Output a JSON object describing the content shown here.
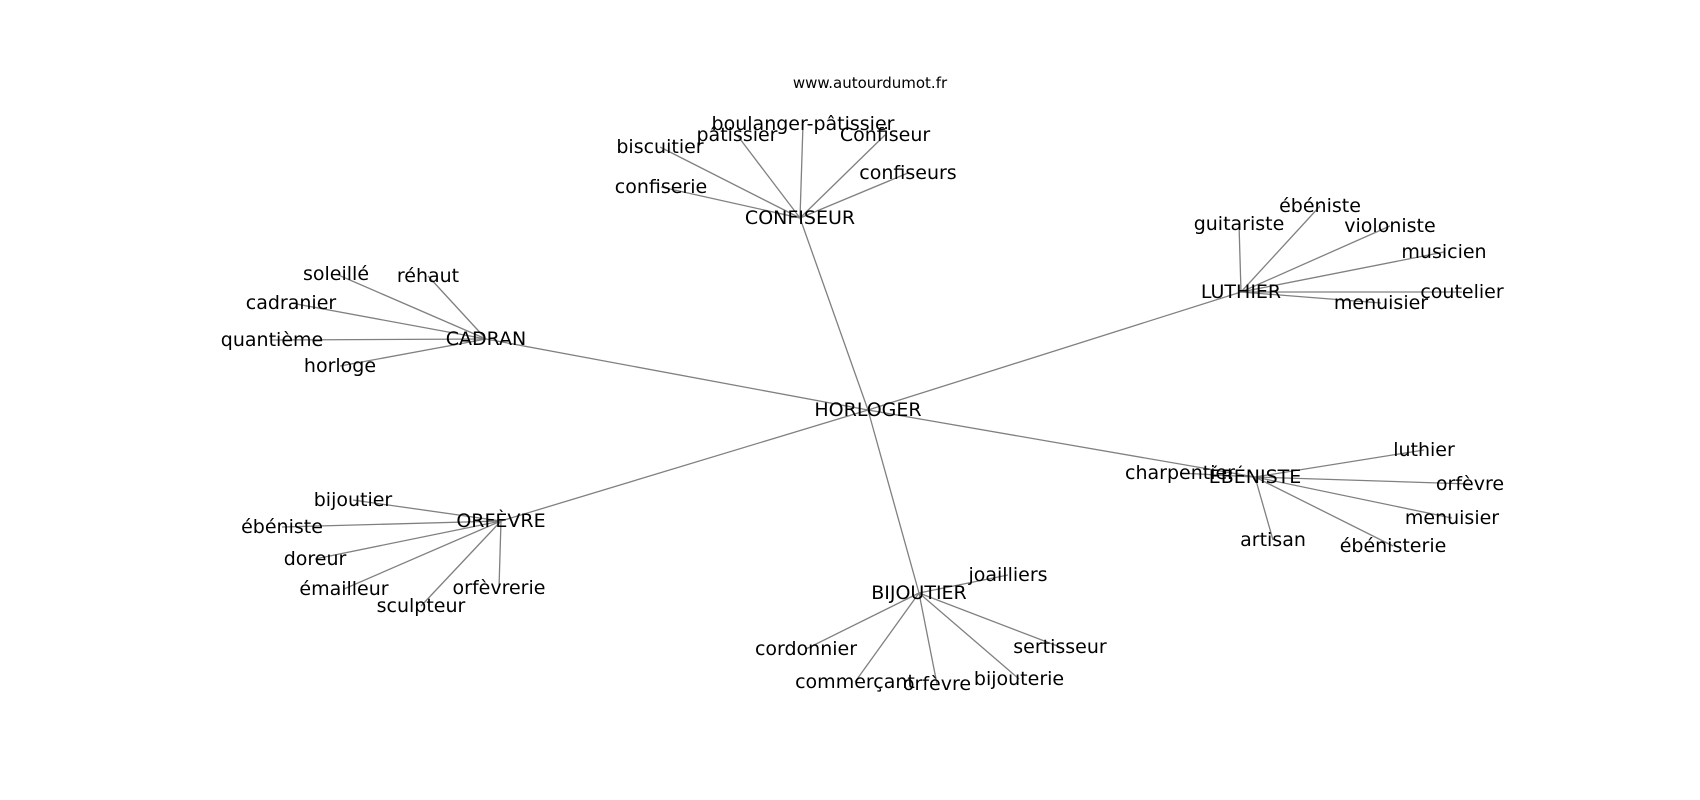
{
  "source": "www.autourdumot.fr",
  "center": "HORLOGER",
  "clusters": [
    {
      "id": "confiseur",
      "label": "CONFISEUR",
      "leaves": [
        {
          "id": "boulanger-patissier",
          "label": "boulanger-pâtissier"
        },
        {
          "id": "patissier",
          "label": "pâtissier"
        },
        {
          "id": "confiseur-cap",
          "label": "Confiseur"
        },
        {
          "id": "biscuitier",
          "label": "biscuitier"
        },
        {
          "id": "confiseurs",
          "label": "confiseurs"
        },
        {
          "id": "confiserie",
          "label": "confiserie"
        }
      ]
    },
    {
      "id": "cadran",
      "label": "CADRAN",
      "leaves": [
        {
          "id": "soleille",
          "label": "soleillé"
        },
        {
          "id": "rehaut",
          "label": "réhaut"
        },
        {
          "id": "cadranier",
          "label": "cadranier"
        },
        {
          "id": "quantieme",
          "label": "quantième"
        },
        {
          "id": "horloge",
          "label": "horloge"
        }
      ]
    },
    {
      "id": "luthier",
      "label": "LUTHIER",
      "leaves": [
        {
          "id": "ebeniste",
          "label": "ébéniste"
        },
        {
          "id": "guitariste",
          "label": "guitariste"
        },
        {
          "id": "violoniste",
          "label": "violoniste"
        },
        {
          "id": "musicien",
          "label": "musicien"
        },
        {
          "id": "coutelier",
          "label": "coutelier"
        },
        {
          "id": "menuisier",
          "label": "menuisier"
        }
      ]
    },
    {
      "id": "ebeniste",
      "label": "ÉBÉNISTE",
      "leaves": [
        {
          "id": "luthier",
          "label": "luthier"
        },
        {
          "id": "charpentier",
          "label": "charpentier"
        },
        {
          "id": "orfevre",
          "label": "orfèvre"
        },
        {
          "id": "menuisier",
          "label": "menuisier"
        },
        {
          "id": "artisan",
          "label": "artisan"
        },
        {
          "id": "ebenisterie",
          "label": "ébénisterie"
        }
      ]
    },
    {
      "id": "orfevre",
      "label": "ORFÈVRE",
      "leaves": [
        {
          "id": "bijoutier",
          "label": "bijoutier"
        },
        {
          "id": "ebeniste",
          "label": "ébéniste"
        },
        {
          "id": "doreur",
          "label": "doreur"
        },
        {
          "id": "emailleur",
          "label": "émailleur"
        },
        {
          "id": "orfevrerie",
          "label": "orfèvrerie"
        },
        {
          "id": "sculpteur",
          "label": "sculpteur"
        }
      ]
    },
    {
      "id": "bijoutier",
      "label": "BIJOUTIER",
      "leaves": [
        {
          "id": "joailliers",
          "label": "joailliers"
        },
        {
          "id": "cordonnier",
          "label": "cordonnier"
        },
        {
          "id": "sertisseur",
          "label": "sertisseur"
        },
        {
          "id": "commercant",
          "label": "commerçant"
        },
        {
          "id": "orfevre",
          "label": "orfèvre"
        },
        {
          "id": "bijouterie",
          "label": "bijouterie"
        }
      ]
    }
  ]
}
